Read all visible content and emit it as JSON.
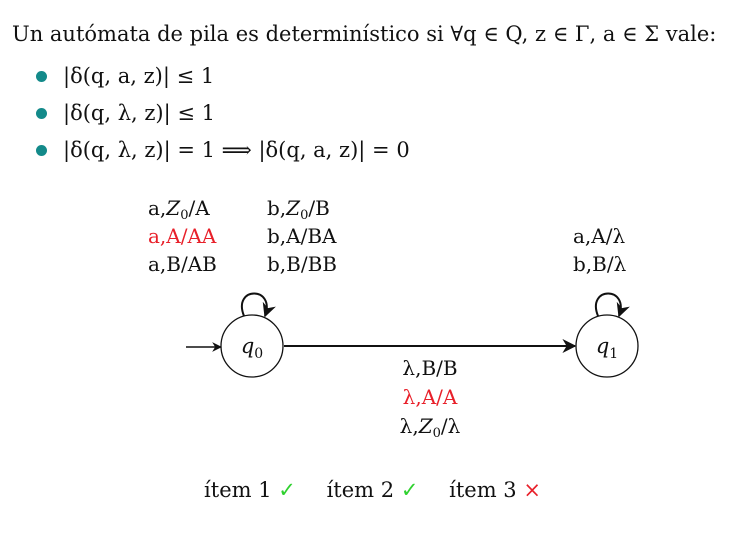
{
  "intro": {
    "text": "Un autómata de pila es determinístico si ∀q ∈ Q, z ∈ Γ, a ∈ Σ vale:"
  },
  "conditions": [
    "|δ(q, a, z)| ≤ 1",
    "|δ(q, λ, z)| ≤ 1",
    "|δ(q, λ, z)| = 1 ⟹ |δ(q, a, z)| = 0"
  ],
  "colors": {
    "bullet": "#138a8a",
    "highlight": "#e8202a",
    "check": "#2fd12f",
    "cross": "#e8202a"
  },
  "states": {
    "q0": {
      "label": "q0",
      "main": "q",
      "sub": "0",
      "initial": true
    },
    "q1": {
      "label": "q1",
      "main": "q",
      "sub": "1",
      "initial": false
    }
  },
  "transitions": {
    "q0_loop": {
      "col1": [
        {
          "text": "a,Z0/A",
          "highlight": false
        },
        {
          "text": "a,A/AA",
          "highlight": true
        },
        {
          "text": "a,B/AB",
          "highlight": false
        }
      ],
      "col2": [
        {
          "text": "b,Z0/B",
          "highlight": false
        },
        {
          "text": "b,A/BA",
          "highlight": false
        },
        {
          "text": "b,B/BB",
          "highlight": false
        }
      ]
    },
    "q1_loop": [
      {
        "text": "a,A/λ",
        "highlight": false
      },
      {
        "text": "b,B/λ",
        "highlight": false
      }
    ],
    "q0_to_q1": [
      {
        "text": "λ,B/B",
        "highlight": false
      },
      {
        "text": "λ,A/A",
        "highlight": true
      },
      {
        "text": "λ,Z0/λ",
        "highlight": false
      }
    ]
  },
  "footer": {
    "items": [
      {
        "label": "ítem 1",
        "mark": "✓",
        "ok": true
      },
      {
        "label": "ítem 2",
        "mark": "✓",
        "ok": true
      },
      {
        "label": "ítem 3",
        "mark": "×",
        "ok": false
      }
    ]
  }
}
